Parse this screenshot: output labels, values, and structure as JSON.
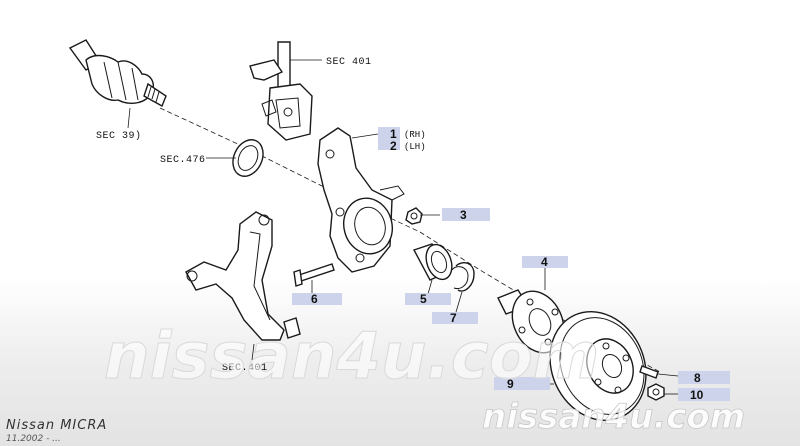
{
  "labels": {
    "sec39": "SEC 39)",
    "sec401_top": "SEC 401",
    "sec476": "SEC.476",
    "sec401_bottom": "SEC.401"
  },
  "callouts": {
    "p1": "1",
    "p1_side": "(RH)",
    "p2": "2",
    "p2_side": "(LH)",
    "p3": "3",
    "p4": "4",
    "p5": "5",
    "p6": "6",
    "p7": "7",
    "p8": "8",
    "p9": "9",
    "p10": "10"
  },
  "watermark": {
    "center": "nissan4u.com",
    "corner": "nissan4u.com"
  },
  "footer": {
    "brand": "Nissan MICRA",
    "date": "11.2002 - ..."
  },
  "colors": {
    "callout_box": "#cdd3ea",
    "line": "#1a1a1a"
  }
}
